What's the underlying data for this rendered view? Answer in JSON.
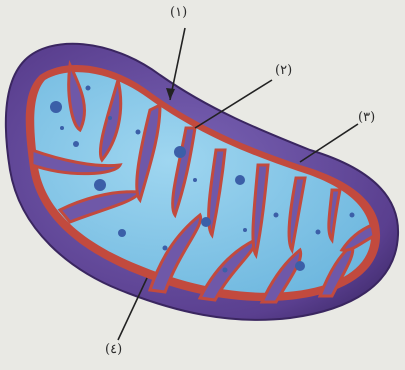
{
  "figure": {
    "labels": [
      {
        "id": "1",
        "text": "(١)"
      },
      {
        "id": "2",
        "text": "(٢)"
      },
      {
        "id": "3",
        "text": "(٣)"
      },
      {
        "id": "4",
        "text": "(٤)"
      }
    ]
  },
  "colors": {
    "background": "#e9e9e4",
    "outer_membrane": "#5a3f8f",
    "intermembrane_space": "#6f58a8",
    "inner_membrane": "#c24a3e",
    "matrix": "#7fc3e6",
    "granules": "#3b5fa8",
    "pointer_lines": "#222222"
  }
}
